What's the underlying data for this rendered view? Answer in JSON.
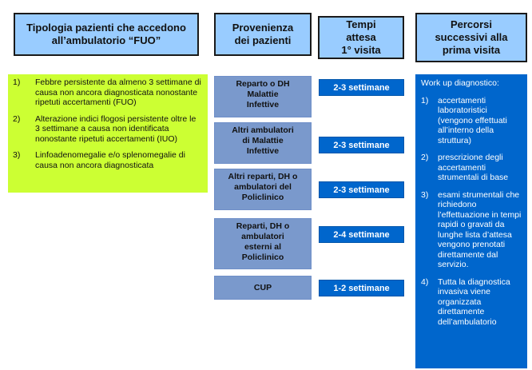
{
  "headers": {
    "tipologia": [
      "Tipologia pazienti che accedono",
      "all’ambulatorio “FUO”"
    ],
    "provenienza": [
      "Provenienza",
      "dei pazienti"
    ],
    "tempi": [
      "Tempi",
      "attesa",
      "1° visita"
    ],
    "percorsi": [
      "Percorsi",
      "successivi alla",
      "prima visita"
    ]
  },
  "patients": [
    {
      "num": "1)",
      "text": "Febbre persistente da almeno 3 settimane di causa non ancora diagnosticata nonostante ripetuti accertamenti (FUO)"
    },
    {
      "num": "2)",
      "text": "Alterazione indici flogosi persistente oltre le 3 settimane a causa non identificata nonostante ripetuti accertamenti (IUO)"
    },
    {
      "num": "3)",
      "text": "Linfoadenomegalie e/o splenomegalie di causa non ancora diagnosticata"
    }
  ],
  "sources": [
    [
      "Reparto o DH",
      "Malattie",
      "Infettive"
    ],
    [
      "Altri ambulatori",
      "di Malattie",
      "Infettive"
    ],
    [
      "Altri reparti, DH o",
      "ambulatori del",
      "Policlinico"
    ],
    [
      "Reparti, DH o",
      "ambulatori",
      "esterni al",
      "Policlinico"
    ],
    [
      "CUP"
    ]
  ],
  "waits": [
    "2-3 settimane",
    "2-3 settimane",
    "2-3 settimane",
    "2-4 settimane",
    "1-2 settimane"
  ],
  "workup": {
    "title": "Work up diagnostico:",
    "items": [
      {
        "num": "1)",
        "text": "accertamenti laboratoristici (vengono effettuati all’interno della struttura)"
      },
      {
        "num": "2)",
        "text": "prescrizione degli accertamenti strumentali di base"
      },
      {
        "num": "3)",
        "text": "esami strumentali che richiedono l’effettuazione in tempi rapidi o gravati da lunghe lista d’attesa vengono prenotati direttamente dal servizio."
      },
      {
        "num": "4)",
        "text": "Tutta la diagnostica invasiva viene organizzata direttamente dell’ambulatorio"
      }
    ]
  },
  "colors": {
    "header_bg": "#99ccff",
    "patients_bg": "#ccff33",
    "source_bg": "#7a99cc",
    "wait_bg": "#0066cc",
    "workup_bg": "#0066cc"
  }
}
